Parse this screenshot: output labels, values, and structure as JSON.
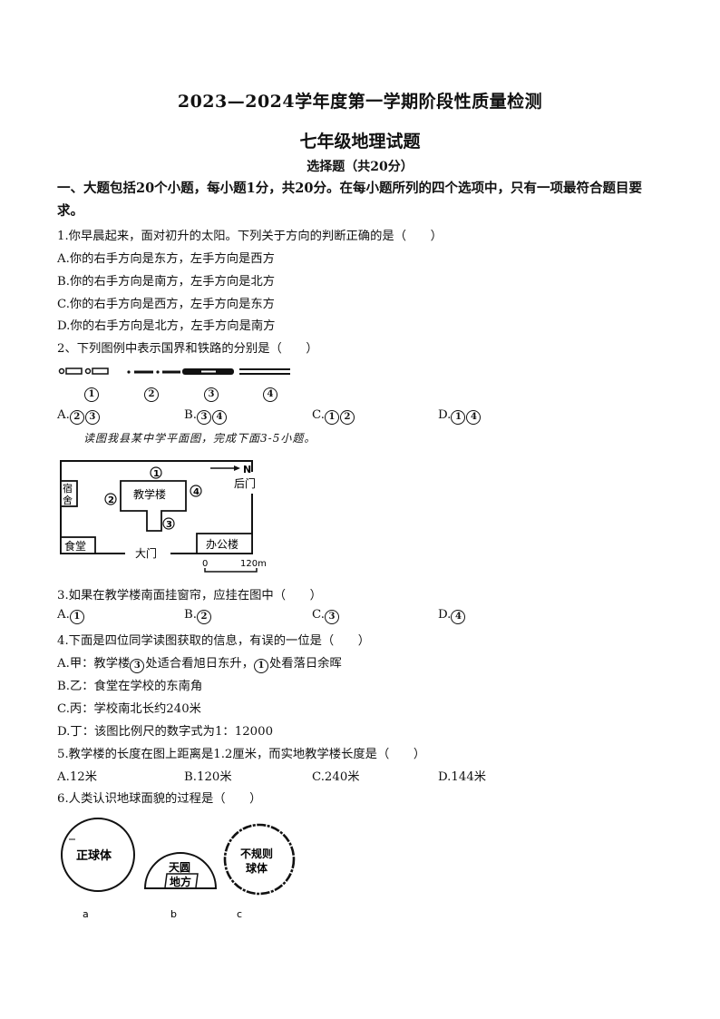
{
  "header": {
    "title": "2023—2024学年度第一学期阶段性质量检测",
    "subtitle": "七年级地理试题",
    "section": "选择题（共20分）"
  },
  "instructions": "一、大题包括20个小题，每小题1分，共20分。在每小题所列的四个选项中，只有一项最符合题目要求。",
  "questions": [
    {
      "stem": "1.你早晨起来，面对初升的太阳。下列关于方向的判断正确的是（　　）",
      "options": [
        "A.你的右手方向是东方，左手方向是西方",
        "B.你的右手方向是南方，左手方向是北方",
        "C.你的右手方向是西方，左手方向是东方",
        "D.你的右手方向是北方，左手方向是南方"
      ]
    },
    {
      "stem": "2、下列图例中表示国界和铁路的分别是（　　）",
      "legend_labels": [
        "1",
        "2",
        "3",
        "4"
      ],
      "options": [
        {
          "prefix": "A.",
          "marks": [
            "2",
            "3"
          ]
        },
        {
          "prefix": "B.",
          "marks": [
            "3",
            "4"
          ]
        },
        {
          "prefix": "C.",
          "marks": [
            "1",
            "2"
          ]
        },
        {
          "prefix": "D.",
          "marks": [
            "1",
            "4"
          ]
        }
      ]
    },
    {
      "intro": "读图我县某中学平面图，完成下面3-5小题。",
      "stem": "3.如果在教学楼南面挂窗帘，应挂在图中（　　）",
      "options": [
        {
          "prefix": "A.",
          "marks": [
            "1"
          ]
        },
        {
          "prefix": "B.",
          "marks": [
            "2"
          ]
        },
        {
          "prefix": "C.",
          "marks": [
            "3"
          ]
        },
        {
          "prefix": "D.",
          "marks": [
            "4"
          ]
        }
      ]
    },
    {
      "stem": "4.下面是四位同学读图获取的信息，有误的一位是（　　）",
      "options": [
        {
          "pre": "A.甲：教学楼",
          "mark1": "3",
          "mid": "处适合看旭日东升，",
          "mark2": "1",
          "post": "处看落日余晖"
        },
        "B.乙：食堂在学校的东南角",
        "C.丙：学校南北长约240米",
        "D.丁：该图比例尺的数字式为1：12000"
      ]
    },
    {
      "stem": "5.教学楼的长度在图上距离是1.2厘米，而实地教学楼长度是（　　）",
      "options": [
        "A.12米",
        "B.120米",
        "C.240米",
        "D.144米"
      ]
    },
    {
      "stem": "6.人类认识地球面貌的过程是（　　）",
      "figure_labels": [
        "a",
        "b",
        "c"
      ],
      "figure_texts": {
        "a": "正球体",
        "b_top": "天圆",
        "b_bottom": "地方",
        "c_line1": "不规则",
        "c_line2": "球体"
      }
    }
  ],
  "school_map": {
    "north_label": "N",
    "back_gate": "后门",
    "dorm": "宿舍",
    "dorm_top": "宿",
    "dorm_bottom": "舍",
    "teaching_building": "教学楼",
    "canteen": "食堂",
    "main_gate": "大门",
    "office": "办公楼",
    "markers": [
      "1",
      "2",
      "3",
      "4"
    ],
    "scale_zero": "0",
    "scale_value": "120m"
  }
}
